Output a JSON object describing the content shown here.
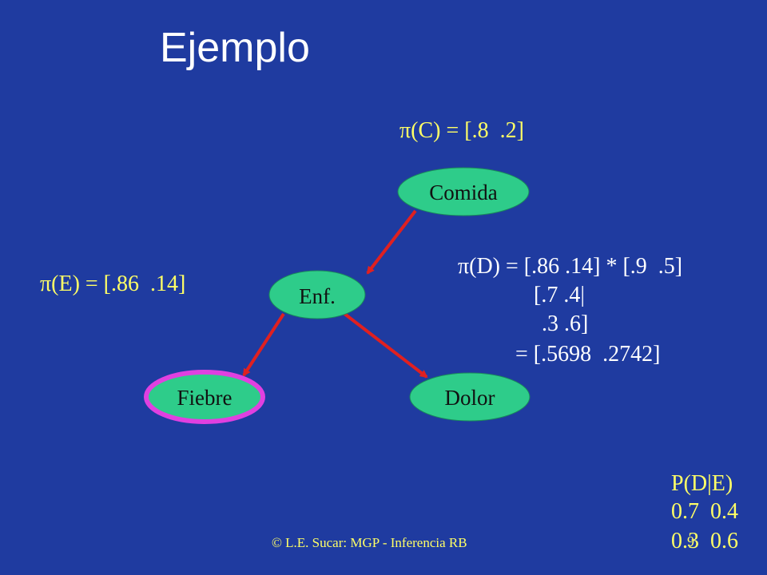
{
  "slide": {
    "title": "Ejemplo",
    "footer": "© L.E. Sucar: MGP - Inferencia RB",
    "page_number": "9"
  },
  "nodes": {
    "comida": "Comida",
    "enf": "Enf.",
    "fiebre": "Fiebre",
    "dolor": "Dolor"
  },
  "annotations": {
    "pi_c": "π(C) = [.8  .2]",
    "pi_e": "π(E) = [.86  .14]",
    "pi_d_line1": "π(D) = [.86 .14] * [.9  .5]",
    "pi_d_line2": "[.7 .4|",
    "pi_d_line3": ".3 .6]",
    "pi_d_line4": "= [.5698  .2742]"
  },
  "cpt": {
    "title": "P(D|E)",
    "row1": "0.7  0.4",
    "row2": "0.3  0.6"
  },
  "colors": {
    "background": "#1f3ba0",
    "node_fill": "#2ecc8a",
    "edge": "#e02020",
    "highlight": "#e040e0",
    "text_yellow": "#ffff66"
  }
}
